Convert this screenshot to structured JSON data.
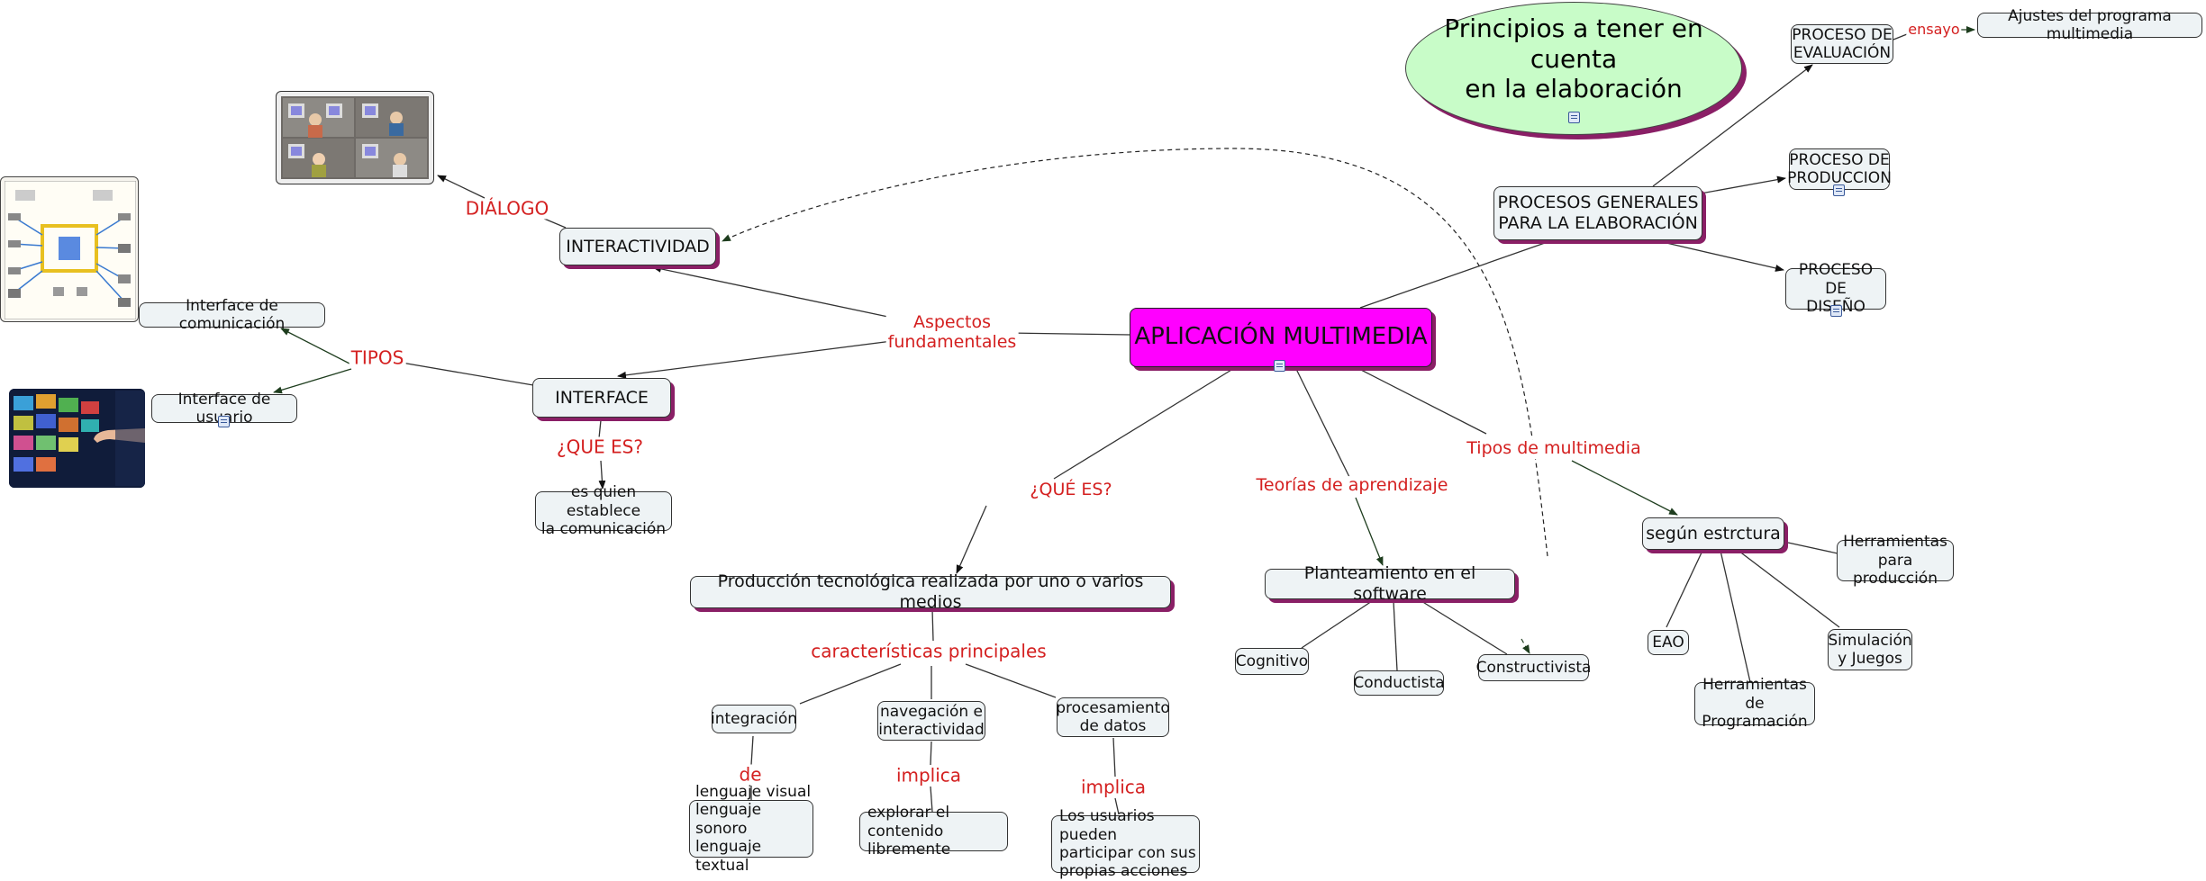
{
  "title": {
    "text": "Principios a tener en cuenta\nen la elaboración"
  },
  "nodes": {
    "root": "APLICACIÓN MULTIMEDIA",
    "procesos_generales": "PROCESOS GENERALES\nPARA LA ELABORACIÓN",
    "proceso_evaluacion": "PROCESO DE\nEVALUACIÓN",
    "ajustes": "Ajustes del programa multimedia",
    "proceso_produccion": "PROCESO DE\nPRODUCCION",
    "proceso_diseno": "PROCESO DE\nDISEÑO",
    "interactividad": "INTERACTIVIDAD",
    "interface": "INTERFACE",
    "interface_comunicacion": "Interface de comunicación",
    "interface_usuario": "Interface de usuario",
    "es_quien": "es quien establece\nla comunicación",
    "produccion": "Producción tecnológica realizada por uno o varios medios",
    "integracion": "integración",
    "navegacion": "navegación e\ninteractividad",
    "procesamiento": "procesamiento\nde datos",
    "lenguajes": "lenguaje visual\nlenguaje sonoro\nlenguaje textual",
    "explorar": "explorar el contenido\nlibremente",
    "usuarios": "Los usuarios pueden\nparticipar con sus\npropias acciones",
    "planteamiento": "Planteamiento en el software",
    "cognitivo": "Cognitivo",
    "conductista": "Conductista",
    "constructivista": "Constructivista",
    "segun_estructura": "según estrctura",
    "eao": "EAO",
    "herr_programacion": "Herramientas de\nProgramación",
    "simulacion": "Simulación\ny Juegos",
    "herr_produccion": "Herramientas\npara producción"
  },
  "links": {
    "ensayo": "ensayo",
    "dialogo": "DIÁLOGO",
    "aspectos": "Aspectos\nfundamentales",
    "tipos": "TIPOS",
    "que_es_interface": "¿QUE ES?",
    "que_es": "¿QUÉ ES?",
    "teorias": "Teorías de aprendizaje",
    "tipos_multimedia": "Tipos de multimedia",
    "caracteristicas": "características principales",
    "de": "de",
    "implica_1": "implica",
    "implica_2": "implica"
  },
  "colors": {
    "root_fill": "#ff00ff",
    "title_fill": "#c8fcc8",
    "node_fill": "#eef3f5",
    "shadow": "#8a1f66",
    "link_label": "#d42020",
    "dark_green_arrow": "#1e3d1e"
  },
  "icons": [
    "resource-icon",
    "image-resource-icon"
  ]
}
